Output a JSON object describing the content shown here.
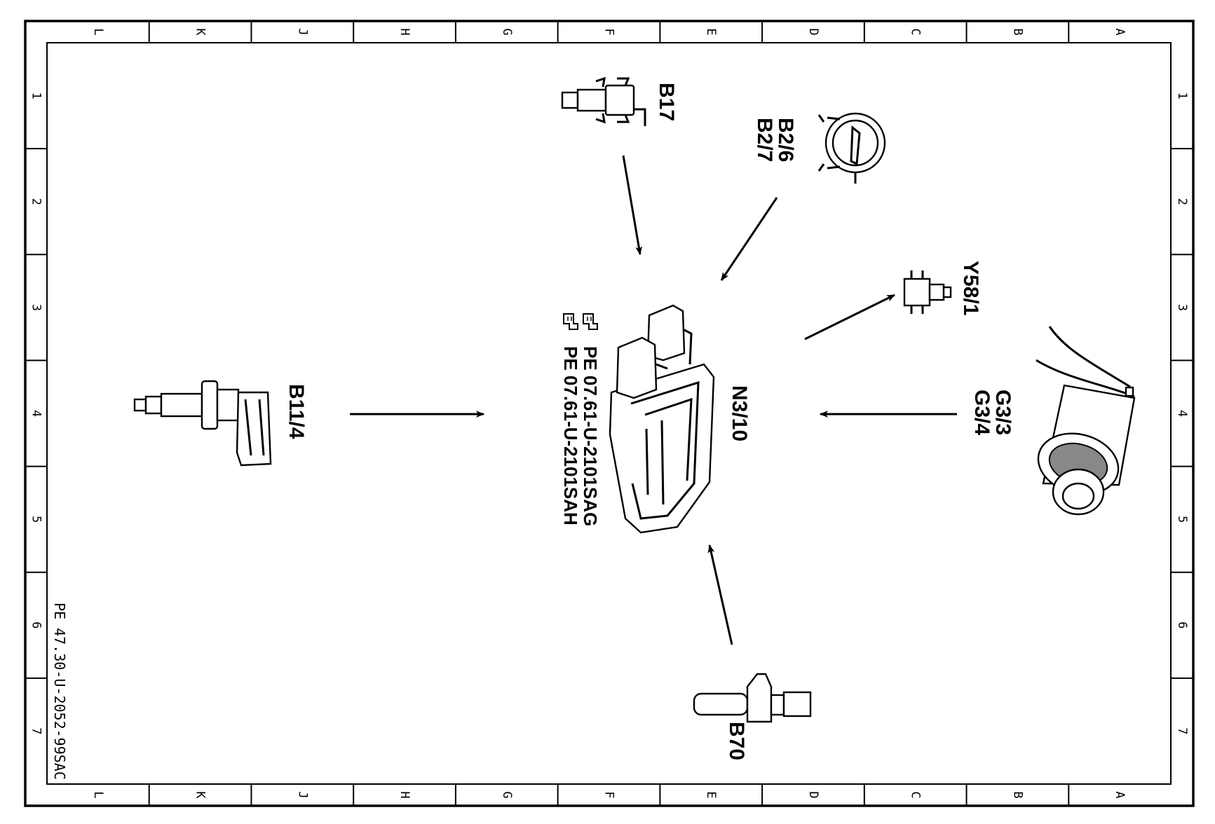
{
  "grid": {
    "columns": [
      "L",
      "K",
      "J",
      "H",
      "G",
      "F",
      "E",
      "D",
      "C",
      "B",
      "A"
    ],
    "rows": [
      "1",
      "2",
      "3",
      "4",
      "5",
      "6",
      "7"
    ]
  },
  "document_number": "PE 47.30-U-2052-99SAC",
  "components": {
    "b17": "B17",
    "b2": [
      "B2/6",
      "B2/7"
    ],
    "y58": "Y58/1",
    "g3": [
      "G3/3",
      "G3/4"
    ],
    "n3": "N3/10",
    "b11": "B11/4",
    "b70": "B70"
  },
  "references": [
    "PE  07.61-U-2101SAG",
    "PE  07.61-U-2101SAH"
  ],
  "icons": [
    "pointing-hand-icon"
  ],
  "colors": {
    "line": "#000000",
    "background": "#ffffff"
  }
}
